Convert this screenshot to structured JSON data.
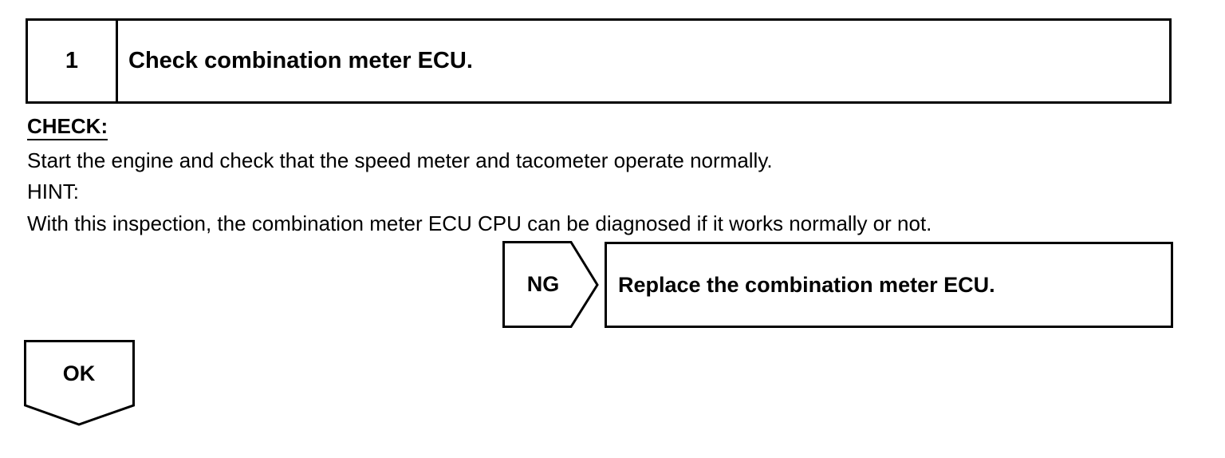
{
  "step": {
    "number": "1",
    "title": "Check combination meter ECU."
  },
  "check": {
    "heading": "CHECK:",
    "instruction": "Start the engine and check that the speed meter and tacometer operate normally.",
    "hint_label": "HINT:",
    "hint_text": "With this inspection, the combination meter ECU CPU can be diagnosed if it works normally or not."
  },
  "ng_branch": {
    "label": "NG",
    "action": "Replace the combination meter ECU."
  },
  "ok_branch": {
    "label": "OK"
  }
}
